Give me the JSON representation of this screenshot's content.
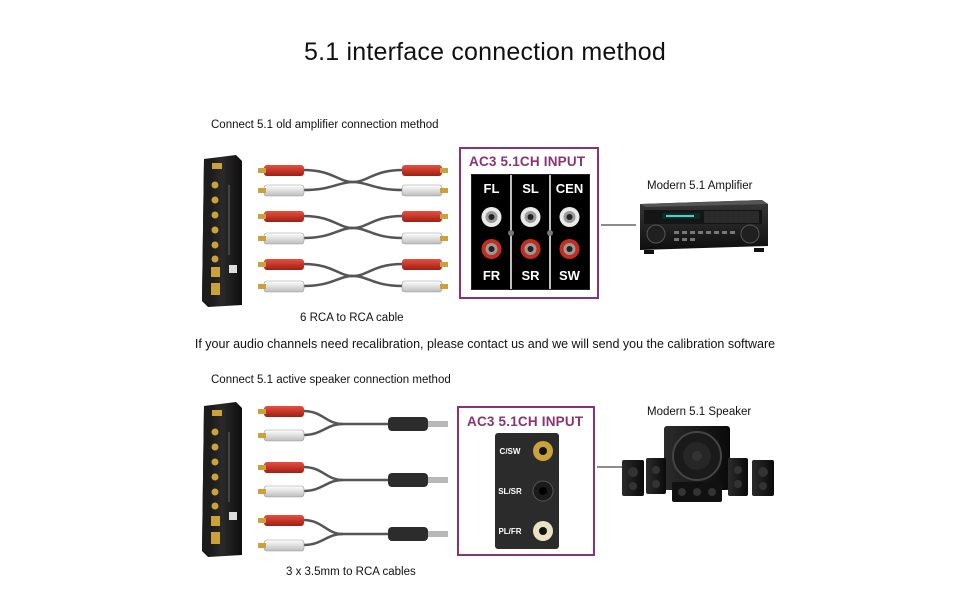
{
  "title": "5.1 interface connection method",
  "section1": {
    "heading": "Connect 5.1 old amplifier connection method",
    "cable_caption": "6 RCA to RCA cable",
    "panel_title": "AC3 5.1CH INPUT",
    "channels_top": [
      "FL",
      "SL",
      "CEN"
    ],
    "channels_bottom": [
      "FR",
      "SR",
      "SW"
    ],
    "device_label": "Modern 5.1 Amplifier"
  },
  "note": "If your audio channels need recalibration, please contact us and we will send you the calibration software",
  "section2": {
    "heading": "Connect 5.1 active speaker connection method",
    "cable_caption": "3 x 3.5mm to RCA cables",
    "panel_title": "AC3 5.1CH INPUT",
    "ports": [
      "C/SW",
      "SL/SR",
      "PL/FR"
    ],
    "device_label": "Modern 5.1 Speaker"
  },
  "colors": {
    "accent": "#8a3373",
    "rca_red": "#c62d1f",
    "rca_white": "#e9e9e9",
    "gold": "#c9a23a"
  }
}
